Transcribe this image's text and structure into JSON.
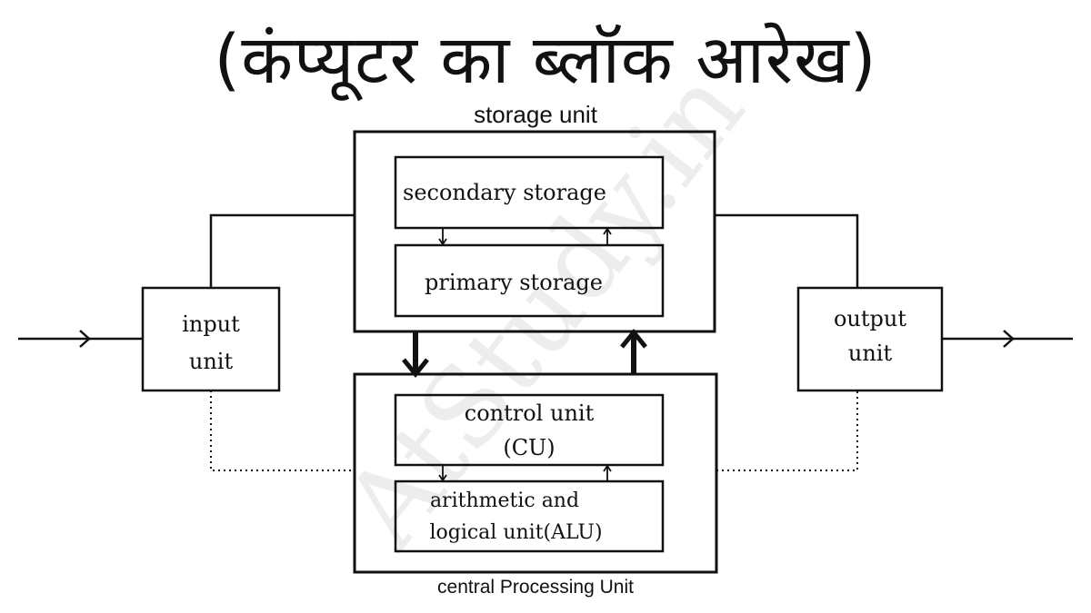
{
  "title": "(कंप्यूटर का ब्लॉक आरेख)",
  "watermark": "AtStudy.in",
  "storage_unit": {
    "title": "storage unit",
    "secondary": "secondary storage",
    "primary": "primary storage"
  },
  "cpu": {
    "title": "central Processing Unit",
    "control_line1": "control unit",
    "control_line2": "(CU)",
    "alu_line1": "arithmetic and",
    "alu_line2": "logical unit(ALU)"
  },
  "input_unit": {
    "line1": "input",
    "line2": "unit"
  },
  "output_unit": {
    "line1": "output",
    "line2": "unit"
  }
}
